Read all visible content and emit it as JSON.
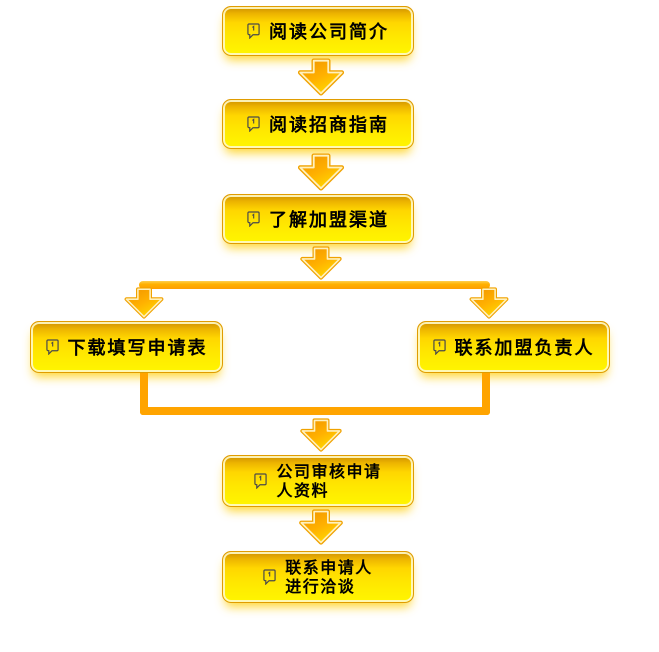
{
  "diagram": {
    "type": "flowchart",
    "direction": "top-down",
    "steps": [
      {
        "id": "read-company-intro",
        "label": "阅读公司简介"
      },
      {
        "id": "read-investment-guide",
        "label": "阅读招商指南"
      },
      {
        "id": "learn-franchise-channels",
        "label": "了解加盟渠道"
      },
      {
        "id": "download-application-form",
        "label": "下载填写申请表"
      },
      {
        "id": "contact-franchise-manager",
        "label": "联系加盟负责人"
      },
      {
        "id": "company-review-application",
        "line1": "公司审核申请",
        "line2": "人资料"
      },
      {
        "id": "contact-applicant-negotiate",
        "line1": "联系申请人",
        "line2": "进行洽谈"
      }
    ],
    "connections": [
      "read-company-intro -> read-investment-guide",
      "read-investment-guide -> learn-franchise-channels",
      "learn-franchise-channels -> download-application-form",
      "learn-franchise-channels -> contact-franchise-manager",
      "download-application-form -> company-review-application",
      "contact-franchise-manager -> company-review-application",
      "company-review-application -> contact-applicant-negotiate"
    ]
  },
  "icons": {
    "step_bullet": "note-page-icon",
    "connector": "block-arrow-down-icon"
  },
  "colors": {
    "button_yellow": "#FFE600",
    "button_amber_top": "#CE9000",
    "button_border": "#E09C00",
    "connector_orange": "#FFA400",
    "arrow_fill_dark": "#F09300",
    "arrow_fill_light": "#FFD800",
    "arrow_outline_cream": "#FFF1BE",
    "text": "#000000",
    "icon_gray": "#4A4A4A",
    "background": "#FFFFFF"
  }
}
